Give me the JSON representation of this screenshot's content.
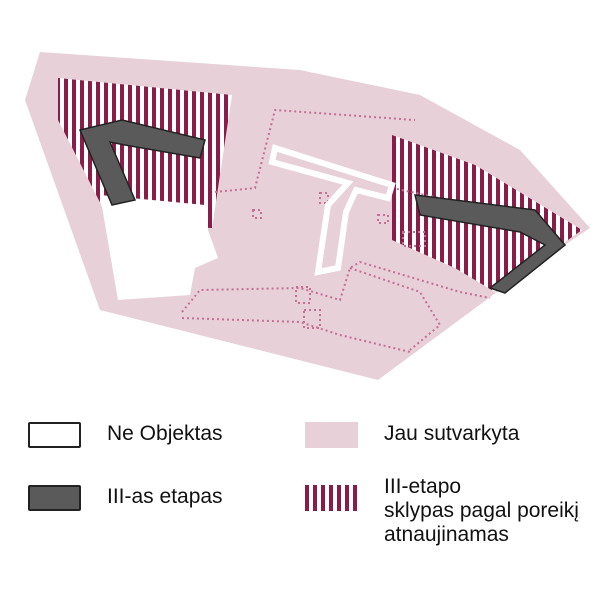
{
  "colors": {
    "site": "#e7d0d8",
    "stripe": "#8a1c4a",
    "dark": "#5a5a5a",
    "outline": "#222222",
    "dotted": "#c46f94",
    "white": "#ffffff"
  },
  "legend": {
    "not_object": "Ne Objektas",
    "stage3": "III-as etapas",
    "done": "Jau sutvarkyta",
    "stage3_renew": "III-etapo\nsklypas pagal poreikį\natnaujinamas"
  }
}
